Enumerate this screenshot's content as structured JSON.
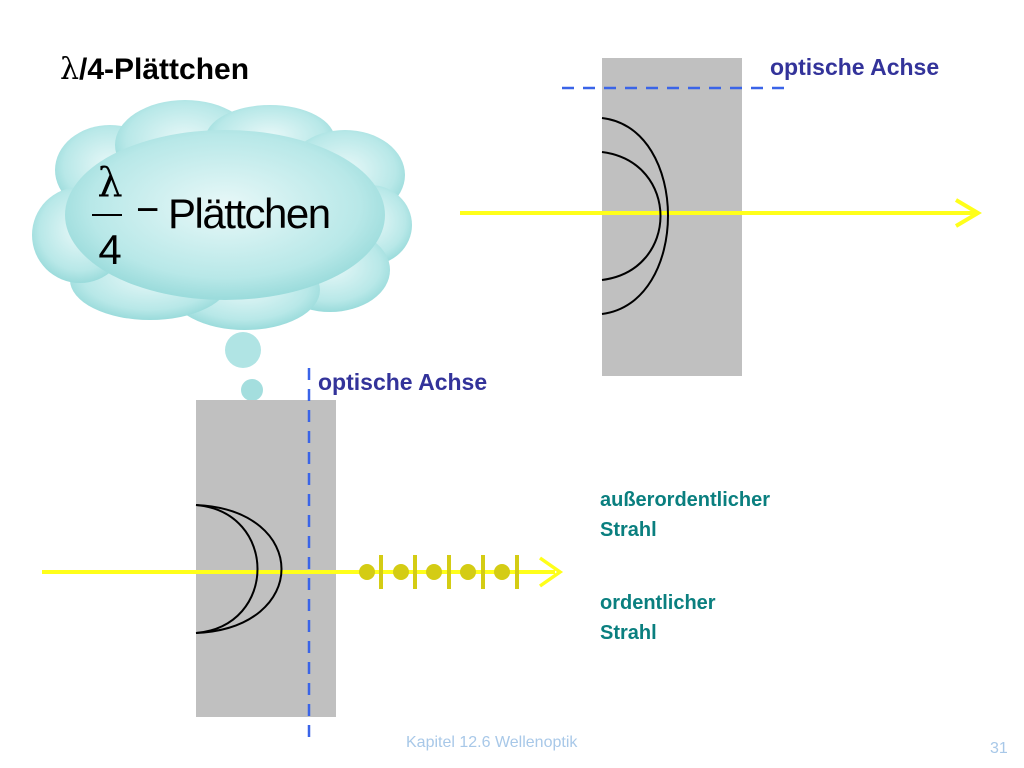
{
  "slide": {
    "title_symbol": "λ",
    "title_rest": "/4-Plättchen",
    "cloud": {
      "numerator": "λ",
      "denominator": "4",
      "minus": "−",
      "word": "Plättchen"
    },
    "top_plate": {
      "axis_label": "optische Achse"
    },
    "bottom_plate": {
      "axis_label": "optische Achse",
      "extraordinary_label_line1": "außerordentlicher",
      "extraordinary_label_line2": "Strahl",
      "ordinary_label_line1": "ordentlicher",
      "ordinary_label_line2": "Strahl"
    },
    "footer": {
      "chapter": "Kapitel 12.6 Wellenoptik",
      "page_number": "31"
    }
  },
  "colors": {
    "plate": "#c0c0c0",
    "ray": "#ffff1a",
    "polarization_marks": "#d4cc14",
    "axis_dash": "#3a64e8",
    "axis_label": "#33339a",
    "ray_label": "#0a7f7f",
    "cloud": "#aee4e4"
  }
}
